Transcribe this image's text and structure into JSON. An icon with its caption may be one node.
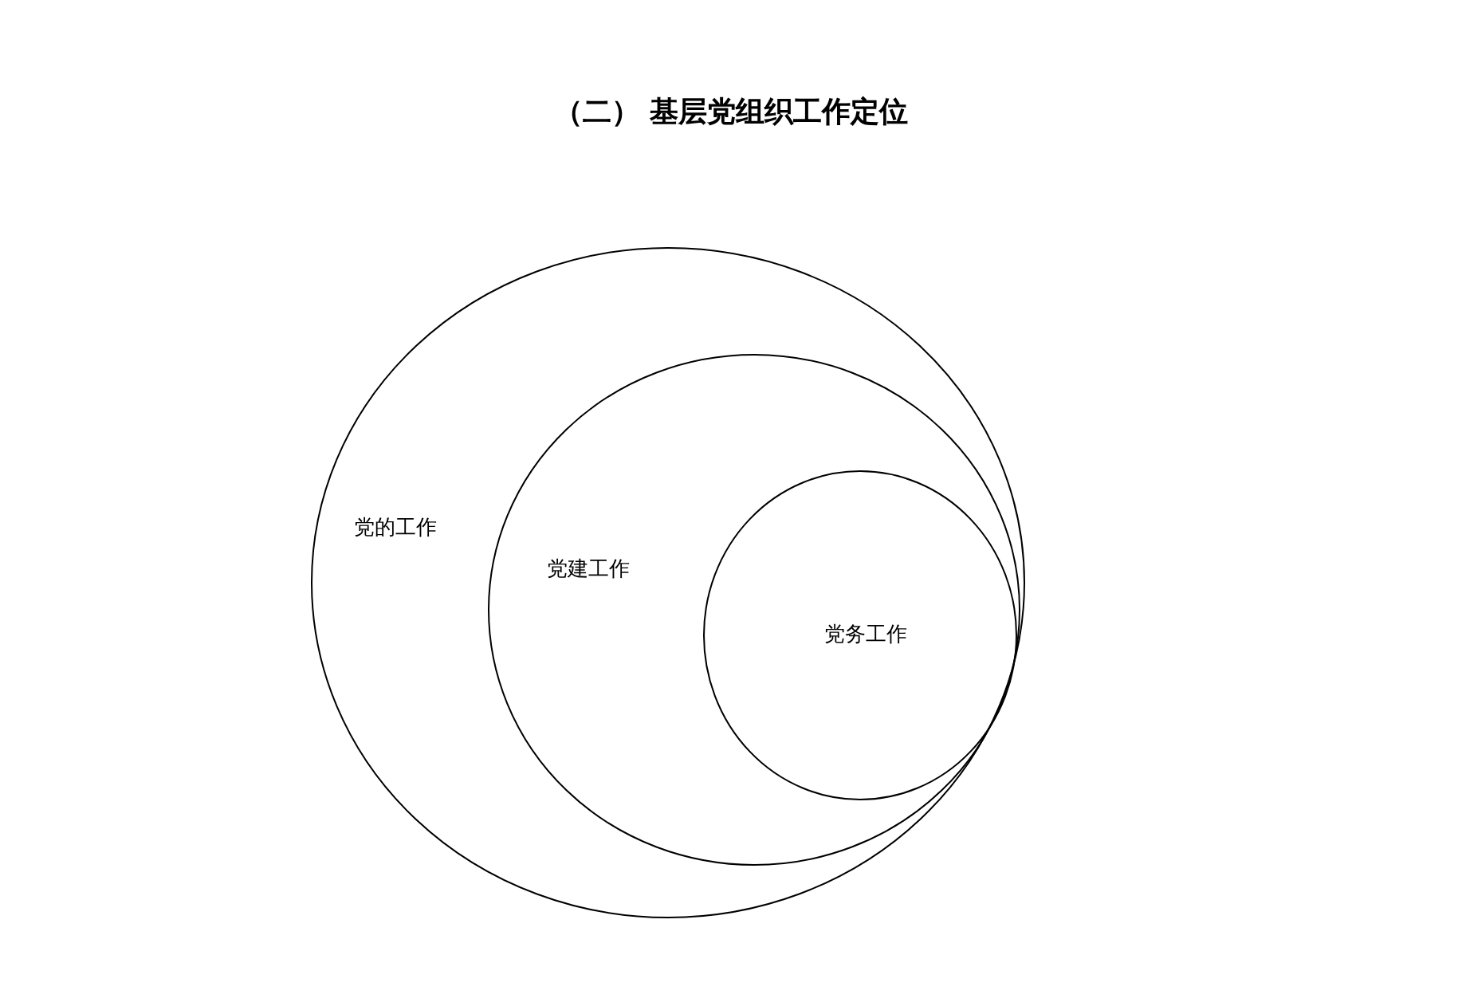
{
  "diagram": {
    "title": "（二） 基层党组织工作定位",
    "nodes": [
      {
        "text": [
          "党的工作"
        ]
      },
      {
        "text": [
          "党建工作"
        ],
        "in": 0
      },
      {
        "text": [
          "党务工作"
        ],
        "in": 1
      }
    ]
  }
}
